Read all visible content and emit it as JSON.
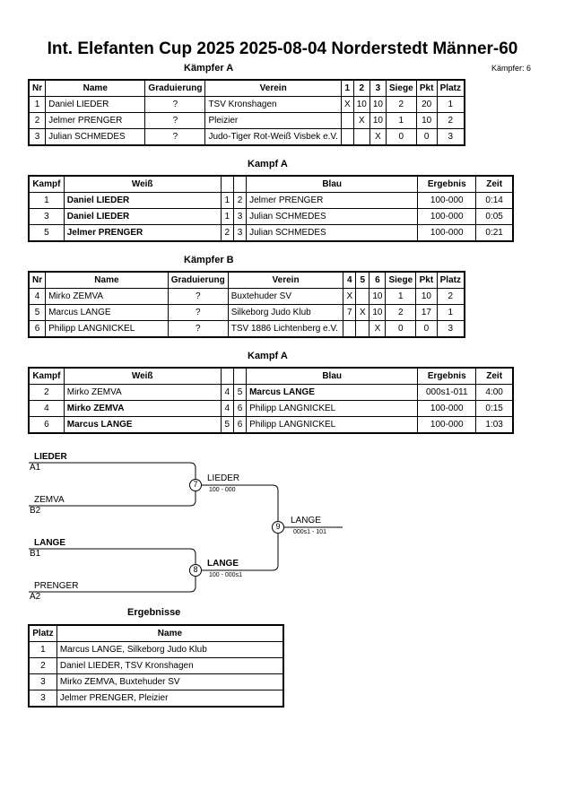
{
  "header": {
    "title": "Int. Elefanten Cup 2025  2025-08-04  Norderstedt   Männer-60",
    "kaempfer_count": "Kämpfer: 6"
  },
  "pool_a": {
    "heading": "Kämpfer A",
    "columns": [
      "Nr",
      "Name",
      "Graduierung",
      "Verein",
      "1",
      "2",
      "3",
      "Siege",
      "Pkt",
      "Platz"
    ],
    "rows": [
      [
        "1",
        "Daniel LIEDER",
        "?",
        "TSV Kronshagen",
        "X",
        "10",
        "10",
        "2",
        "20",
        "1"
      ],
      [
        "2",
        "Jelmer PRENGER",
        "?",
        "Pleizier",
        "",
        "X",
        "10",
        "1",
        "10",
        "2"
      ],
      [
        "3",
        "Julian SCHMEDES",
        "?",
        "Judo-Tiger Rot-Weiß Visbek e.V.",
        "",
        "",
        "X",
        "0",
        "0",
        "3"
      ]
    ]
  },
  "fights_a": {
    "heading": "Kampf A",
    "columns": [
      "Kampf",
      "Weiß",
      "",
      "",
      "Blau",
      "Ergebnis",
      "Zeit"
    ],
    "rows": [
      [
        "1",
        "Daniel LIEDER",
        "1",
        "2",
        "Jelmer PRENGER",
        "100-000",
        "0:14"
      ],
      [
        "3",
        "Daniel LIEDER",
        "1",
        "3",
        "Julian SCHMEDES",
        "100-000",
        "0:05"
      ],
      [
        "5",
        "Jelmer PRENGER",
        "2",
        "3",
        "Julian SCHMEDES",
        "100-000",
        "0:21"
      ]
    ],
    "winner_side": [
      "w",
      "w",
      "w"
    ]
  },
  "pool_b": {
    "heading": "Kämpfer B",
    "columns": [
      "Nr",
      "Name",
      "Graduierung",
      "Verein",
      "4",
      "5",
      "6",
      "Siege",
      "Pkt",
      "Platz"
    ],
    "rows": [
      [
        "4",
        "Mirko ZEMVA",
        "?",
        "Buxtehuder SV",
        "X",
        "",
        "10",
        "1",
        "10",
        "2"
      ],
      [
        "5",
        "Marcus LANGE",
        "?",
        "Silkeborg Judo Klub",
        "7",
        "X",
        "10",
        "2",
        "17",
        "1"
      ],
      [
        "6",
        "Philipp LANGNICKEL",
        "?",
        "TSV 1886 Lichtenberg e.V.",
        "",
        "",
        "X",
        "0",
        "0",
        "3"
      ]
    ]
  },
  "fights_b": {
    "heading": "Kampf A",
    "columns": [
      "Kampf",
      "Weiß",
      "",
      "",
      "Blau",
      "Ergebnis",
      "Zeit"
    ],
    "rows": [
      [
        "2",
        "Mirko ZEMVA",
        "4",
        "5",
        "Marcus LANGE",
        "000s1-011",
        "4:00"
      ],
      [
        "4",
        "Mirko ZEMVA",
        "4",
        "6",
        "Philipp LANGNICKEL",
        "100-000",
        "0:15"
      ],
      [
        "6",
        "Marcus LANGE",
        "5",
        "6",
        "Philipp LANGNICKEL",
        "100-000",
        "1:03"
      ]
    ],
    "winner_side": [
      "b",
      "w",
      "w"
    ]
  },
  "bracket": {
    "sf1_top_name": "LIEDER",
    "sf1_top_seed": "A1",
    "sf1_bottom_name": "ZEMVA",
    "sf1_bottom_seed": "B2",
    "sf1_fight_no": "7",
    "sf1_winner": "LIEDER",
    "sf1_score": "100 - 000",
    "sf2_top_name": "LANGE",
    "sf2_top_seed": "B1",
    "sf2_bottom_name": "PRENGER",
    "sf2_bottom_seed": "A2",
    "sf2_fight_no": "8",
    "sf2_winner": "LANGE",
    "sf2_score": "100 - 000s1",
    "final_fight_no": "9",
    "final_winner": "LANGE",
    "final_score": "000s1 - 101"
  },
  "results": {
    "heading": "Ergebnisse",
    "columns": [
      "Platz",
      "Name"
    ],
    "rows": [
      [
        "1",
        "Marcus LANGE, Silkeborg Judo Klub"
      ],
      [
        "2",
        "Daniel LIEDER, TSV Kronshagen"
      ],
      [
        "3",
        "Mirko ZEMVA, Buxtehuder SV"
      ],
      [
        "3",
        "Jelmer PRENGER, Pleizier"
      ]
    ]
  }
}
